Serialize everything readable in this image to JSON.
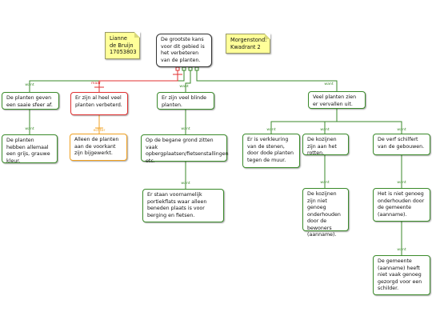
{
  "notes": {
    "author": "Lianne de Bruijn 17053803",
    "group": "Morgenstond: Kwadrant 2"
  },
  "root": {
    "text": "De grootste kans voor dit gebied is het verbeteren van de planten."
  },
  "nodes": {
    "saaie_sfeer": "De planten geven een saaie sfeer af.",
    "grijs": "De planten hebben allemaal een grijs, grauwe kleur.",
    "verbeterd": "Er zijn al heel veel planten verbeterd.",
    "voorkant": "Alleen de planten aan de voorkant zijn bijgewerkt.",
    "blinde": "Er zijn veel blinde planten.",
    "begane_grond": "Op de begane grond zitten vaak opbergplaatsen/fietsenstallingen etc.",
    "portiekflats": "Er staan voornamelijk portiekflats waar alleen beneden plaats is voor berging en fietsen.",
    "vervallen": "Veel planten zien er vervallen uit.",
    "verkleuring": "Er is verkleuring van de stenen, door dode planten tegen de muur.",
    "kozijnen_rot": "De kozijnen zijn aan het rotten.",
    "kozijnen_onderhoud": "De kozijnen zijn niet genoeg onderhouden door de bewoners (aanname).",
    "verf": "De verf schilfert van de gebouwen.",
    "gemeente_onderhoud": "Het is niet genoeg onderhouden door de gemeente (aanname).",
    "gemeente_schilder": "De gemeente (aanname) heeft niet vaak genoeg gezorgd voor een schilder."
  },
  "link_labels": {
    "want": "want",
    "maar": "maar",
    "echter": "echter"
  },
  "colors": {
    "support": "#3a8a2a",
    "objection": "#e03030",
    "rebuttal": "#f0a020",
    "note": "#ffff99"
  }
}
